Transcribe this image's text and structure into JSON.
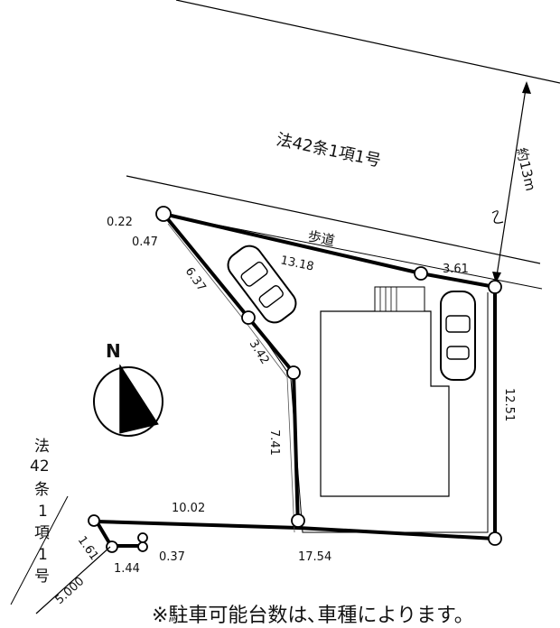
{
  "road_main_label": "法42条1項1号",
  "road_side_label_lines": [
    "法",
    "42",
    "条",
    "1",
    "項",
    "1",
    "号"
  ],
  "sidewalk_label": "歩道",
  "road_width_label": "約13m",
  "compass_label": "N",
  "dimensions": {
    "d_022": "0.22",
    "d_047": "0.47",
    "d_637": "6.37",
    "d_1318": "13.18",
    "d_361": "3.61",
    "d_342": "3.42",
    "d_741": "7.41",
    "d_1251": "12.51",
    "d_1002": "10.02",
    "d_161": "1.61",
    "d_144": "1.44",
    "d_037": "0.37",
    "d_1754": "17.54",
    "d_5000": "5.000"
  },
  "footnote": "※駐車可能台数は､車種によります。"
}
